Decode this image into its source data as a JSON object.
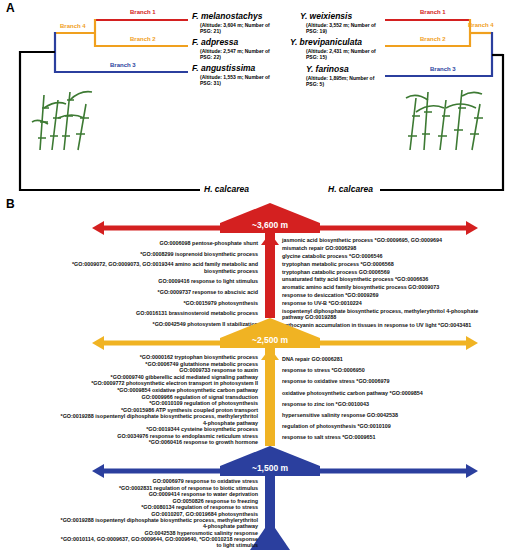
{
  "diagram": {
    "nodes": [
      {
        "text": [
          "~3,600 m"
        ]
      },
      {
        "text": [
          "~2,500 m"
        ]
      },
      {
        "text": [
          "~1,500 m"
        ]
      }
    ],
    "edges": [
      {
        "from": 2,
        "to": 1,
        "arrow": "to"
      },
      {
        "from": 1,
        "to": 0,
        "arrow": "to"
      }
    ],
    "labels": [
      "A",
      "Branch 1",
      "Branch 4",
      "Branch 2",
      "Branch 3",
      "F. melanostachys",
      "(Altitude: 3,604 m; Number of PSG: 21)",
      "F. adpressa",
      "(Altitude: 2,547 m; Number of PSG: 22)",
      "F. angustissima",
      "(Altitude: 1,553 m; Number of PSG: 31)",
      "H. calcarea",
      "Y. weixiensis",
      "(Altitude: 3,552 m; Number of PSG: 19)",
      "Y. brevipaniculata",
      "(Altitude: 2,431 m; Number of PSG: 15)",
      "Y. farinosa",
      "(Altitude: 1,895m; Number of PSG: 5)",
      "Branch 1",
      "Branch 2",
      "Branch 3",
      "Branch 4",
      "H. calcarea",
      "B",
      "GO:0006098 pentose-phosphate shunt",
      "*GO:0008299 isoprenoid biosynthetic process",
      "*GO:0009072, GO:0009073, GO:0019344 amino acid family metabolic and biosynthetic process",
      "GO:0009416 response to light stimulus",
      "*GO:0009737 response to abscisic acid",
      "*GO:0015979 photosynthesis",
      "GO:0016131 brassinosteroid metabolic process",
      "*GO:0042549 photosystem II stabilization",
      "jasmonic acid biosynthetic process *GO:0009695, GO:0009694",
      "mismatch repair GO:0006298",
      "glycine catabolic process *GO:0006546",
      "tryptophan metabolic process *GO:0006568",
      "tryptophan catabolic process GO:0006569",
      "unsaturated fatty acid biosynthetic process *GO:0006636",
      "aromatic amino acid family biosynthetic process GO:0009073",
      "response to desiccation *GO:0009269",
      "response to UV-B *GO:0010224",
      "isopentenyl diphosphate biosynthetic process, methylerythritol 4-phosphate pathway GO:0019288",
      "anthocyanin accumulation in tissues in response to UV light *GO:0043481",
      "*GO:0000162 tryptophan biosynthetic process",
      "*GO:0006749 glutathione metabolic process",
      "GO:0009733 response to auxin",
      "*GO:0009740 gibberellic acid mediated signaling pathway",
      "*GO:0009772 photosynthetic electron transport in photosystem II",
      "*GO:0009854 oxidative photosynthetic carbon pathway",
      "GO:0009966 regulation of signal transduction",
      "*GO:0010109 regulation of photosynthesis",
      "*GO:0015986 ATP synthesis coupled proton transport",
      "*GO:0019288 isopentenyl diphosphate biosynthetic process, methylerythritol 4-phosphate pathway",
      "*GO:0019344 cysteine biosynthetic process",
      "GO:0034976 response to endoplasmic reticulum stress",
      "*GO:0060416 response to growth hormone",
      "DNA repair GO:0006281",
      "response to stress *GO:0006950",
      "response to oxidative stress *GO:0006979",
      "oxidative photosynthetic carbon pathway *GO:0009854",
      "response to zinc ion *GO:0010043",
      "hypersensitive salinity response GO:0042538",
      "regulation of photosynthesis *GO:0010109",
      "response to salt stress *GO:0009651",
      "GO:0006979 response to oxidative stress",
      "*GO:0002831 regulation of response to biotic stimulus",
      "GO:0009414 response to water deprivation",
      "GO:0050826 response to freezing",
      "*GO:0080134 regulation of response to stress",
      "GO:0010207, GO:0019684 photosynthesis",
      "*GO:0019288 isopentenyl diphosphate biosynthetic process, methylerythritol 4-phosphate pathway",
      "GO:0042538 hyperosmotic salinity response",
      "*GO:0010114, GO:0009637, GO:0009644, GO:0009640, *GO:0010218 response to light stimulus"
    ]
  }
}
